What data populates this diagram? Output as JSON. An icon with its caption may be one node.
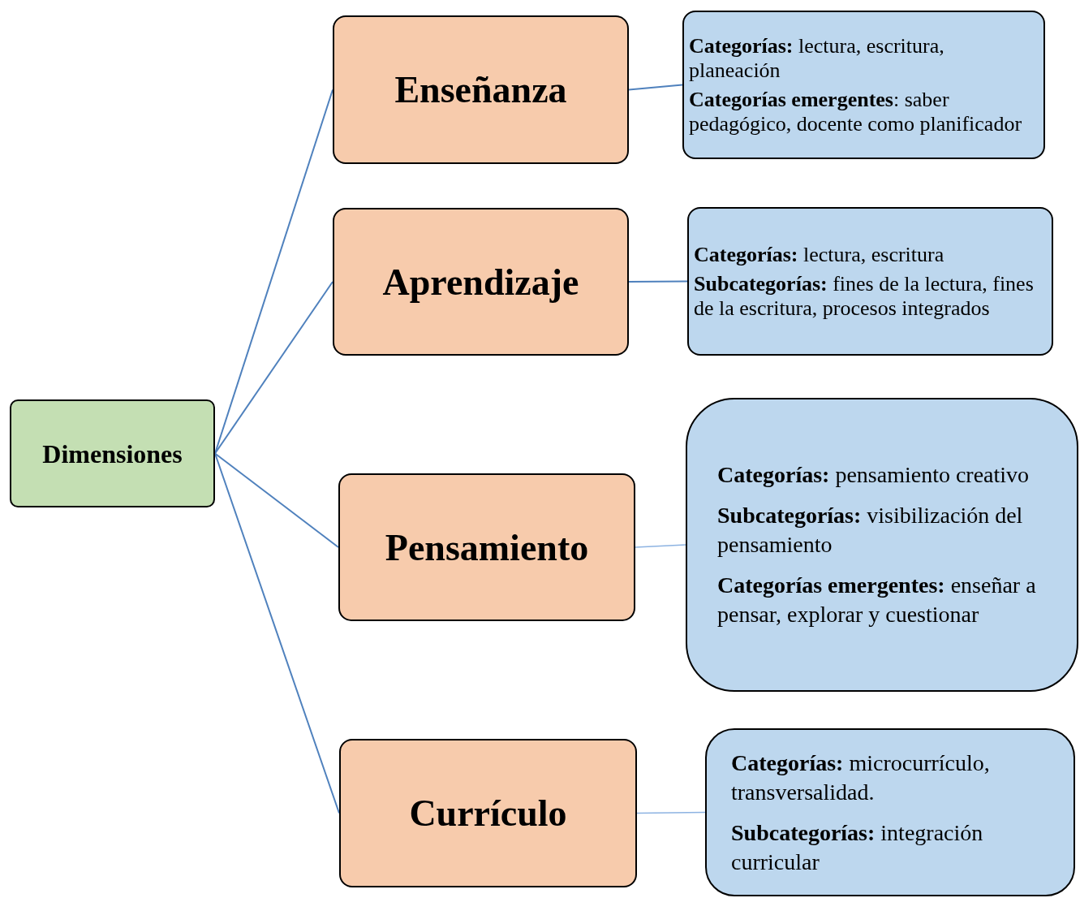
{
  "diagram": {
    "nodes": [
      {
        "text": [
          "Dimensiones"
        ]
      },
      {
        "text": [
          "Enseñanza"
        ]
      },
      {
        "text": [
          "Aprendizaje"
        ]
      },
      {
        "text": [
          "Pensamiento"
        ]
      },
      {
        "text": [
          "Currículo"
        ]
      },
      {
        "text": [
          "**Categorías:** lectura, escritura, planeación",
          "**Categorías emergentes**: saber pedagógico, docente como planificador"
        ]
      },
      {
        "text": [
          "**Categorías:** lectura, escritura",
          "**Subcategorías:** fines de la lectura, fines de la escritura, procesos integrados"
        ]
      },
      {
        "text": [
          "**Categorías:** pensamiento creativo",
          "**Subcategorías:** visibilización del pensamiento",
          "**Categorías emergentes:** enseñar a pensar, explorar y cuestionar"
        ]
      },
      {
        "text": [
          "**Categorías:** microcurrículo, transversalidad.",
          "**Subcategorías:** integración curricular"
        ]
      }
    ],
    "edges": [
      {
        "from": 0,
        "to": 1,
        "arrow": "none"
      },
      {
        "from": 0,
        "to": 2,
        "arrow": "none"
      },
      {
        "from": 0,
        "to": 3,
        "arrow": "none"
      },
      {
        "from": 0,
        "to": 4,
        "arrow": "none"
      },
      {
        "from": 1,
        "to": 5,
        "arrow": "none"
      },
      {
        "from": 2,
        "to": 6,
        "arrow": "none"
      },
      {
        "from": 3,
        "to": 7,
        "arrow": "none",
        "color": "#8db3e2"
      },
      {
        "from": 4,
        "to": 8,
        "arrow": "none",
        "color": "#8db3e2"
      }
    ]
  }
}
